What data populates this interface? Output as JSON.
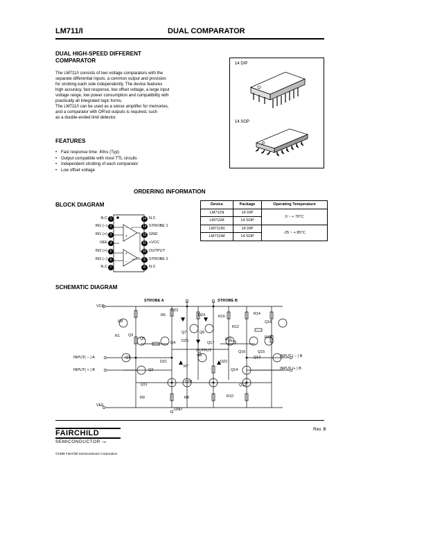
{
  "header": {
    "part": "LM711/I",
    "title": "DUAL COMPARATOR"
  },
  "description": {
    "heading_line1": "DUAL HIGH-SPEED DIFFERENT",
    "heading_line2": "COMPARATOR",
    "lines": [
      "The LM711/I consists of two voltage comparators with the",
      "separate differential inputs, a common output and provision",
      "for strobing each side independently. The device features",
      "high accuracy, fast response, low offset voltage, a large input",
      "voltage range, low power consumption and compatibility with",
      "practically all integrated logic forms.",
      "The LM711/I can be used as a sense amplifier for memories,",
      "and a comparator with OR'ed outputs is required, such",
      "as a double-ended limit detector."
    ]
  },
  "packages": {
    "dip_label": "14 DIP",
    "sop_label": "14 SOP"
  },
  "features": {
    "heading": "FEATURES",
    "items": [
      "Fast response time: 40ns (Typ)",
      "Output compatible with most TTL circuits",
      "Independent strobing of each comparator",
      "Low offset voltage"
    ]
  },
  "ordering": {
    "heading": "ORDERING INFORMATION",
    "columns": [
      "Device",
      "Package",
      "Operating Temperature"
    ],
    "rows": [
      {
        "device": "LM711N",
        "package": "14 DIP"
      },
      {
        "device": "LM711M",
        "package": "14 SOP"
      },
      {
        "device": "LM711IN",
        "package": "14 DIP"
      },
      {
        "device": "LM711IM",
        "package": "14 SOP"
      }
    ],
    "temp_commercial": "0 ~ + 70°C",
    "temp_industrial": "-25 ~ + 85°C"
  },
  "block_diagram": {
    "heading": "BLOCK DIAGRAM",
    "left_pins": [
      {
        "num": "1",
        "label": "N.C"
      },
      {
        "num": "2",
        "label": "IN1 (−)"
      },
      {
        "num": "3",
        "label": "IN1 (+)"
      },
      {
        "num": "4",
        "label": "VEE"
      },
      {
        "num": "5",
        "label": "IN2 (+)"
      },
      {
        "num": "6",
        "label": "IN2 (−)"
      },
      {
        "num": "7",
        "label": "N.C"
      }
    ],
    "right_pins": [
      {
        "num": "14",
        "label": "N.C"
      },
      {
        "num": "13",
        "label": "STROBE 1"
      },
      {
        "num": "12",
        "label": "GND"
      },
      {
        "num": "11",
        "label": "+VCC"
      },
      {
        "num": "10",
        "label": "OUTPUT"
      },
      {
        "num": "9",
        "label": "STROBE 2"
      },
      {
        "num": "8",
        "label": "N.C"
      }
    ]
  },
  "schematic": {
    "heading": "SCHEMATIC DIAGRAM",
    "labels": {
      "vcc": "VCC",
      "vee": "VEE",
      "strobe_a": "STROBE A",
      "strobe_b": "STROBE B",
      "gnd": "GND",
      "output": "OUTPUT",
      "in_minus_a": "INPUT( − ) A",
      "in_plus_a": "INPUT( + ) B",
      "in_minus_b": "INPUT ( − ) B",
      "in_plus_b": "INPUT (+ ) B",
      "q1": "Q1",
      "q2": "Q2",
      "q3": "Q3",
      "q4": "Q4",
      "q5": "Q5",
      "q6": "Q6",
      "q7": "Q7",
      "q8": "Q8",
      "q9": "Q9",
      "q10": "Q10",
      "q11": "Q11",
      "q12": "Q12",
      "q13": "Q13",
      "q14": "Q14",
      "q15": "Q15",
      "q16": "Q16",
      "q17": "Q17",
      "q18": "Q18",
      "r1": "R1",
      "r5": "R5",
      "r7": "R7",
      "r8": "R8",
      "r9": "R9",
      "r10": "R10",
      "r11": "R11",
      "r12": "R12",
      "r13": "R13",
      "r14": "R14",
      "r15": "R15",
      "dz1": "DZ1",
      "dz2": "DZ2",
      "dz3": "DZ3",
      "dz4": "DZ4",
      "dz5": "DZ5"
    }
  },
  "footer": {
    "logo": "FAIRCHILD",
    "logo_sub": "SEMICONDUCTOR",
    "tm": "TM",
    "copyright": "©1999 Fairchild Semiconductor Corporation",
    "rev": "Rev. B"
  }
}
